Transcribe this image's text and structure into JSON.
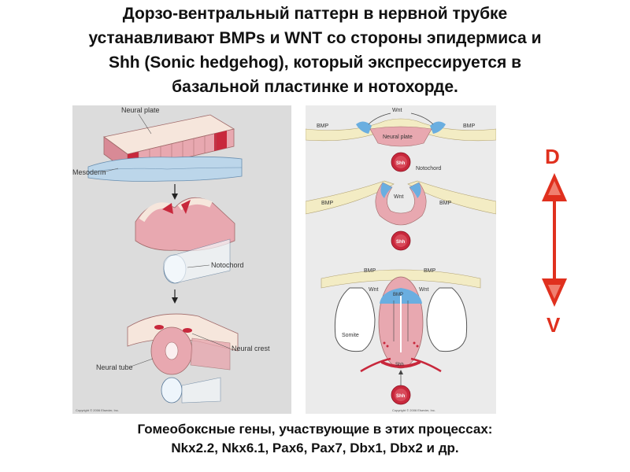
{
  "title": {
    "line1": "Дорзо-вентральный паттерн в нервной трубке",
    "line2": "устанавливают  BMPs и WNT со стороны эпидермиса и",
    "line3": "Shh (Sonic hedgehog), который экспрессируется  в",
    "line4": "базальной пластинке и нотохорде."
  },
  "left_panel": {
    "neural_plate": "Neural plate",
    "mesoderm": "Mesoderm",
    "notochord": "Notochord",
    "neural_crest": "Neural crest",
    "neural_tube": "Neural tube",
    "copyright": "Copyright © 2006 Elsevier, Inc."
  },
  "right_panel": {
    "wnt": "Wnt",
    "bmp": "BMP",
    "neural_plate": "Neural plate",
    "shh": "Shh",
    "notochord": "Notochord",
    "somite": "Somite",
    "copyright": "Copyright © 2006 Elsevier, Inc."
  },
  "axis": {
    "dorsal": "D",
    "ventral": "V"
  },
  "caption": {
    "line1": "Гомеобоксные гены, участвующие в этих процессах:",
    "line2": "Nkx2.2, Nkx6.1, Pax6, Pax7, Dbx1, Dbx2 и др."
  },
  "colors": {
    "pink": "#e8a8b0",
    "crimson": "#c8283c",
    "blue": "#6aaee0",
    "cream": "#f3ecc4",
    "axis_red": "#e0301e"
  }
}
